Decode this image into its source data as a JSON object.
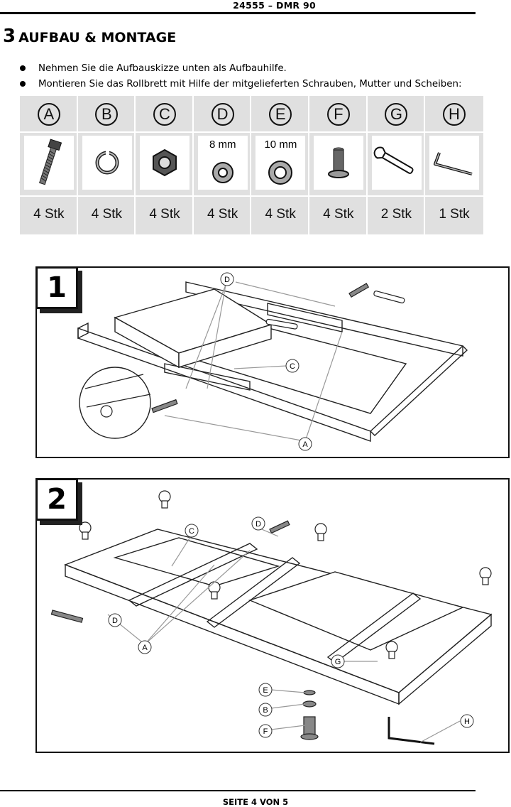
{
  "header": {
    "title": "24555 – DMR 90"
  },
  "section": {
    "number": "3",
    "title": "AUFBAU & MONTAGE"
  },
  "bullets": [
    "Nehmen Sie die Aufbauskizze unten als Aufbauhilfe.",
    "Montieren Sie das Rollbrett mit Hilfe der mitgelieferten Schrauben, Mutter und Scheiben:"
  ],
  "parts": [
    {
      "letter": "A",
      "qty": "4 Stk",
      "icon": "bolt-icon",
      "size": ""
    },
    {
      "letter": "B",
      "qty": "4 Stk",
      "icon": "spring-washer-icon",
      "size": ""
    },
    {
      "letter": "C",
      "qty": "4 Stk",
      "icon": "hex-nut-icon",
      "size": ""
    },
    {
      "letter": "D",
      "qty": "4 Stk",
      "icon": "washer-icon",
      "size": "8 mm"
    },
    {
      "letter": "E",
      "qty": "4 Stk",
      "icon": "washer-icon",
      "size": "10 mm"
    },
    {
      "letter": "F",
      "qty": "4 Stk",
      "icon": "sleeve-nut-icon",
      "size": ""
    },
    {
      "letter": "G",
      "qty": "2 Stk",
      "icon": "wrench-icon",
      "size": ""
    },
    {
      "letter": "H",
      "qty": "1 Stk",
      "icon": "allen-key-icon",
      "size": ""
    }
  ],
  "steps": [
    {
      "number": "1",
      "callouts": [
        "D",
        "C",
        "A"
      ]
    },
    {
      "number": "2",
      "callouts": [
        "C",
        "D",
        "D",
        "A",
        "G",
        "E",
        "B",
        "F",
        "H"
      ]
    }
  ],
  "footer": {
    "text": "SEITE 4 VON 5"
  }
}
